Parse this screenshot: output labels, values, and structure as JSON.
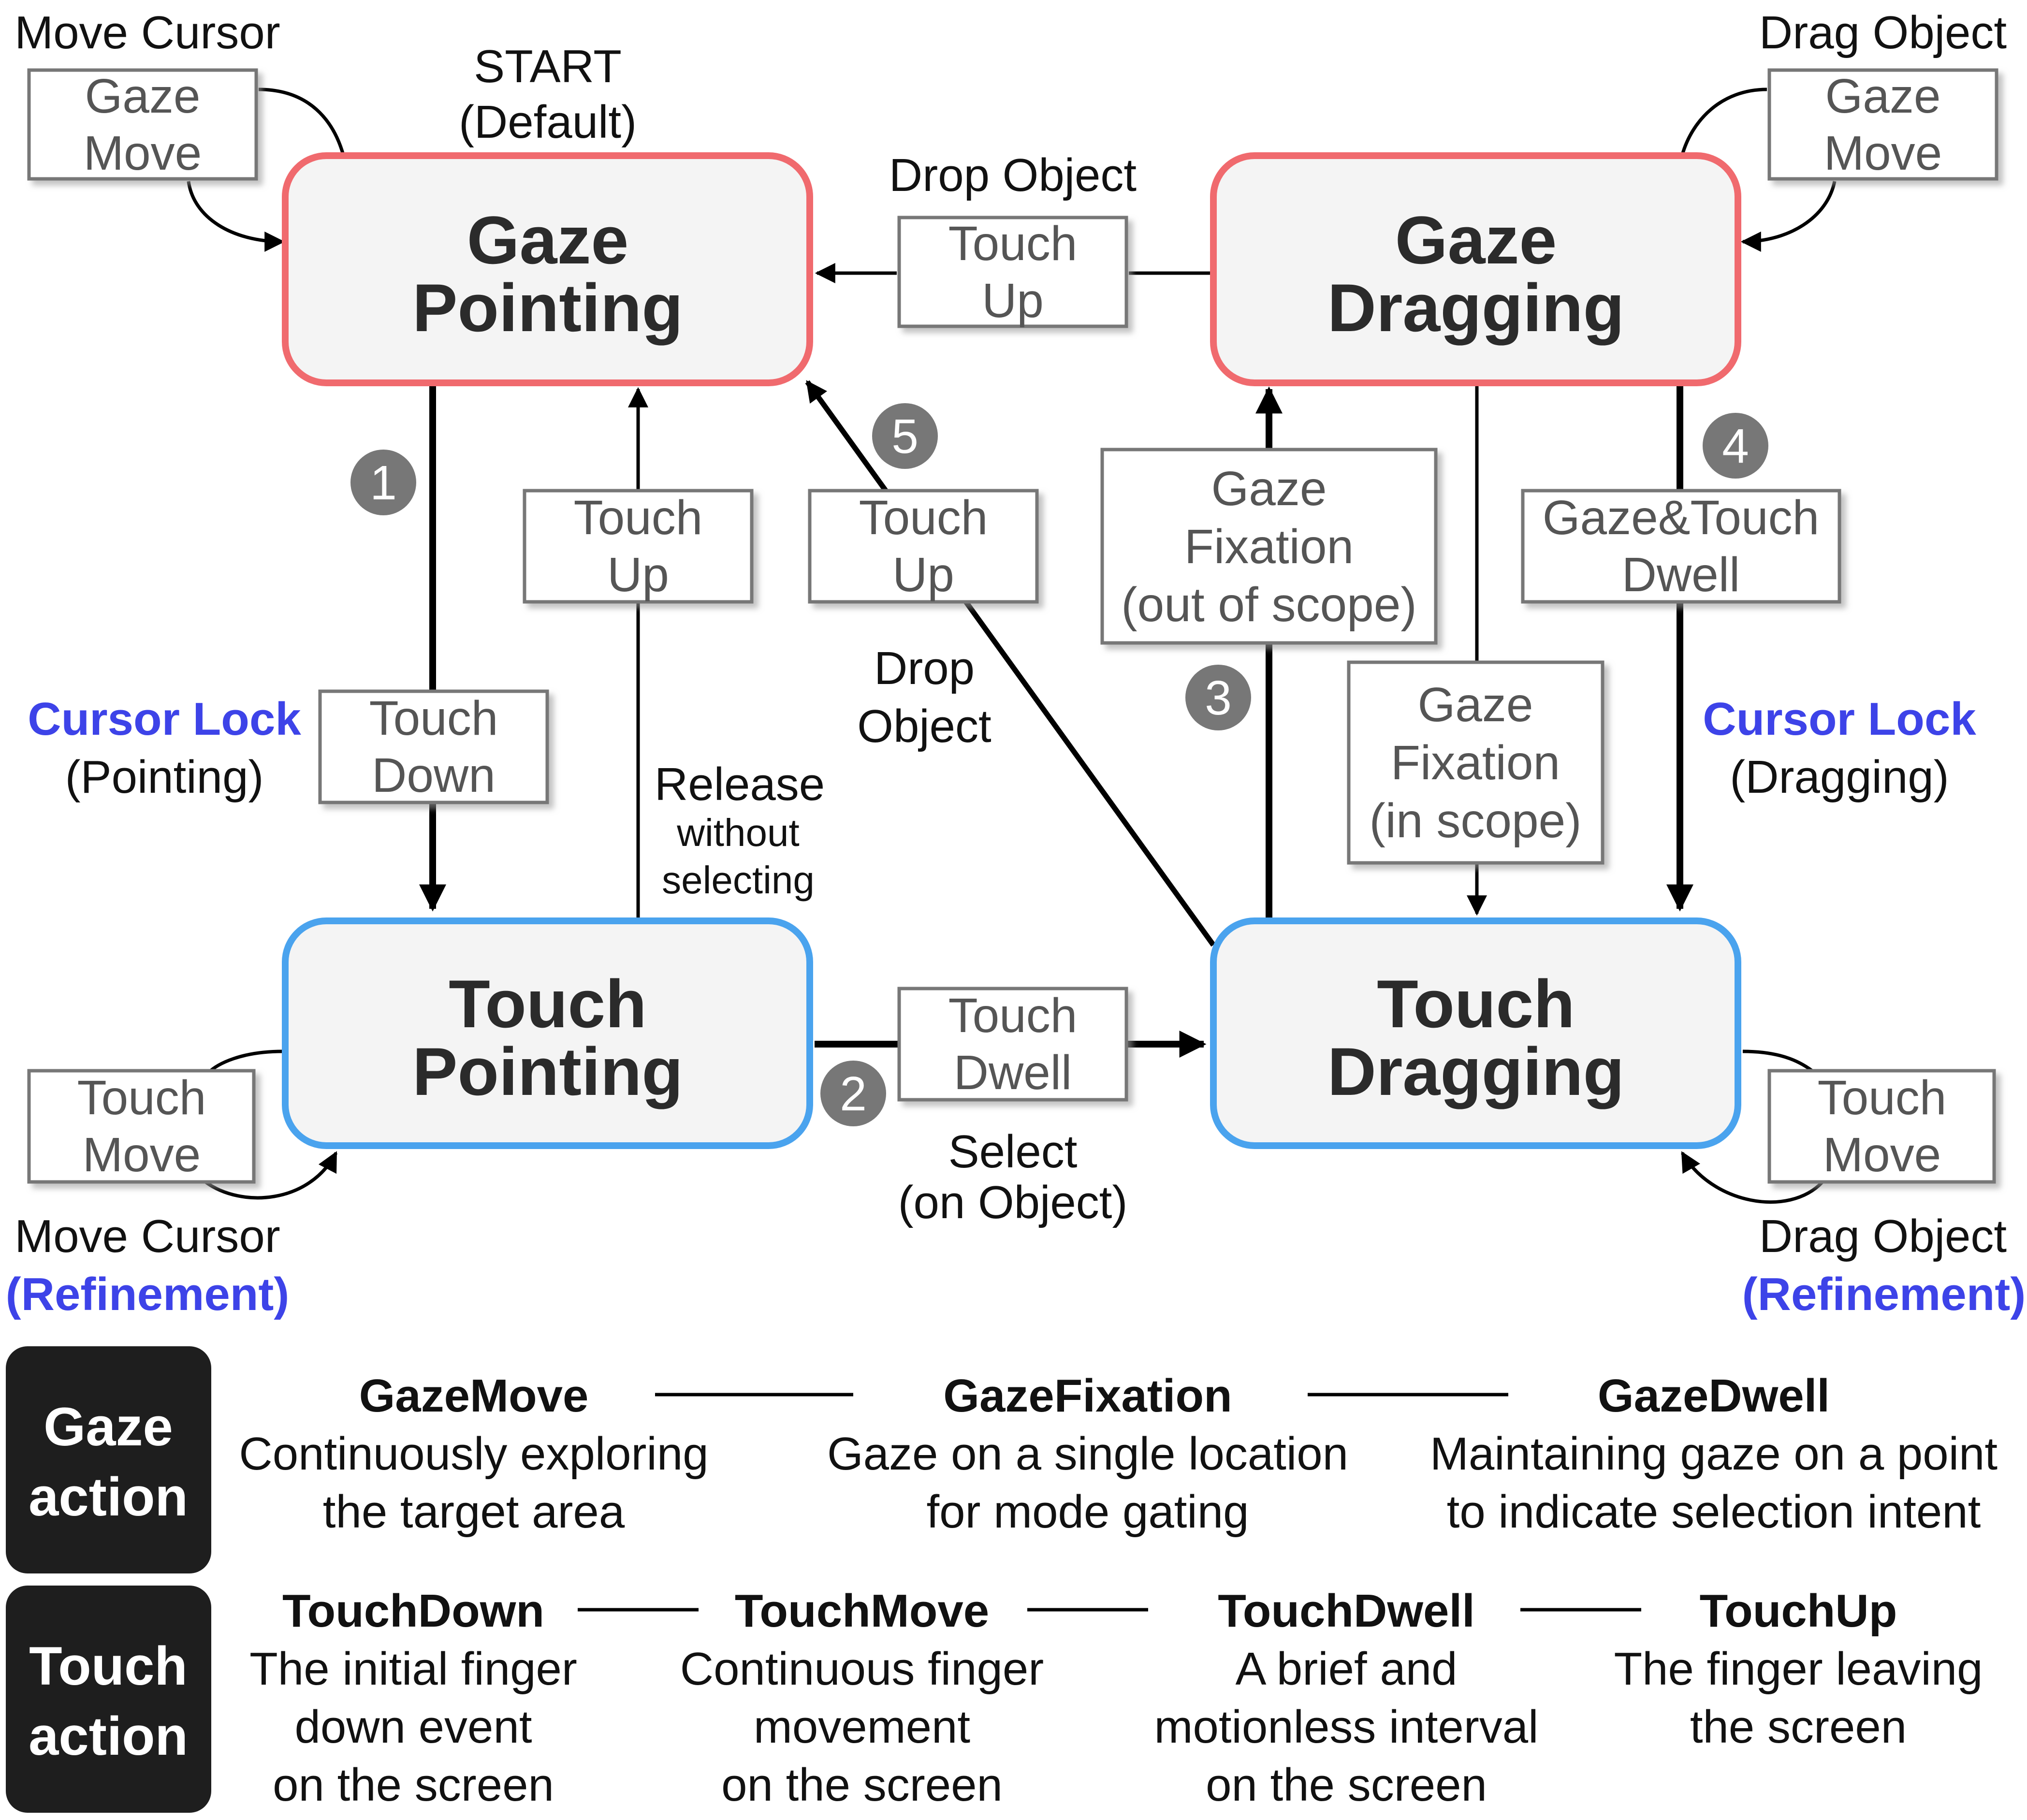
{
  "states": {
    "gaze_pointing": "Gaze\nPointing",
    "gaze_dragging": "Gaze\nDragging",
    "touch_pointing": "Touch\nPointing",
    "touch_dragging": "Touch\nDragging"
  },
  "colors": {
    "gaze_state_border": "#f06a6e",
    "touch_state_border": "#4aa3ee",
    "state_fill": "#f4f4f4",
    "badge": "#777777",
    "highlight_text": "#3d43e8",
    "legend_side_bg": "#1e1e1e"
  },
  "labels": {
    "start": "START\n(Default)",
    "move_cursor_top": "Move Cursor",
    "drag_object_top": "Drag Object",
    "drop_object_top": "Drop Object",
    "cursor_lock_left": "Cursor Lock",
    "cursor_lock_left_sub": "(Pointing)",
    "cursor_lock_right": "Cursor Lock",
    "cursor_lock_right_sub": "(Dragging)",
    "release": "Release",
    "release_sub": "without\nselecting",
    "drop_object_mid": "Drop\nObject",
    "select": "Select\n(on Object)",
    "move_cursor_bottom": "Move Cursor",
    "move_cursor_bottom_sub": "(Refinement)",
    "drag_object_bottom": "Drag Object",
    "drag_object_bottom_sub": "(Refinement)"
  },
  "boxes": {
    "gaze_move_left": "Gaze\nMove",
    "gaze_move_right": "Gaze\nMove",
    "touch_up_top": "Touch\nUp",
    "touch_down": "Touch\nDown",
    "touch_up_left": "Touch\nUp",
    "touch_up_mid": "Touch\nUp",
    "gaze_fixation_out": "Gaze\nFixation\n(out of scope)",
    "gaze_touch_dwell": "Gaze&Touch\nDwell",
    "gaze_fixation_in": "Gaze\nFixation\n(in scope)",
    "touch_dwell": "Touch\nDwell",
    "touch_move_left": "Touch\nMove",
    "touch_move_right": "Touch\nMove"
  },
  "badges": [
    "1",
    "2",
    "3",
    "4",
    "5"
  ],
  "legend": {
    "gaze_side": "Gaze\naction",
    "touch_side": "Touch\naction",
    "gaze_items": [
      {
        "name": "GazeMove",
        "desc": "Continuously exploring\nthe target area"
      },
      {
        "name": "GazeFixation",
        "desc": "Gaze on a single location\nfor mode gating"
      },
      {
        "name": "GazeDwell",
        "desc": "Maintaining gaze on a point\nto indicate selection intent"
      }
    ],
    "touch_items": [
      {
        "name": "TouchDown",
        "desc": "The initial finger\ndown event\non the screen"
      },
      {
        "name": "TouchMove",
        "desc": "Continuous finger\nmovement\non the screen"
      },
      {
        "name": "TouchDwell",
        "desc": "A brief and\nmotionless interval\non the screen"
      },
      {
        "name": "TouchUp",
        "desc": "The finger leaving\nthe screen"
      }
    ]
  }
}
